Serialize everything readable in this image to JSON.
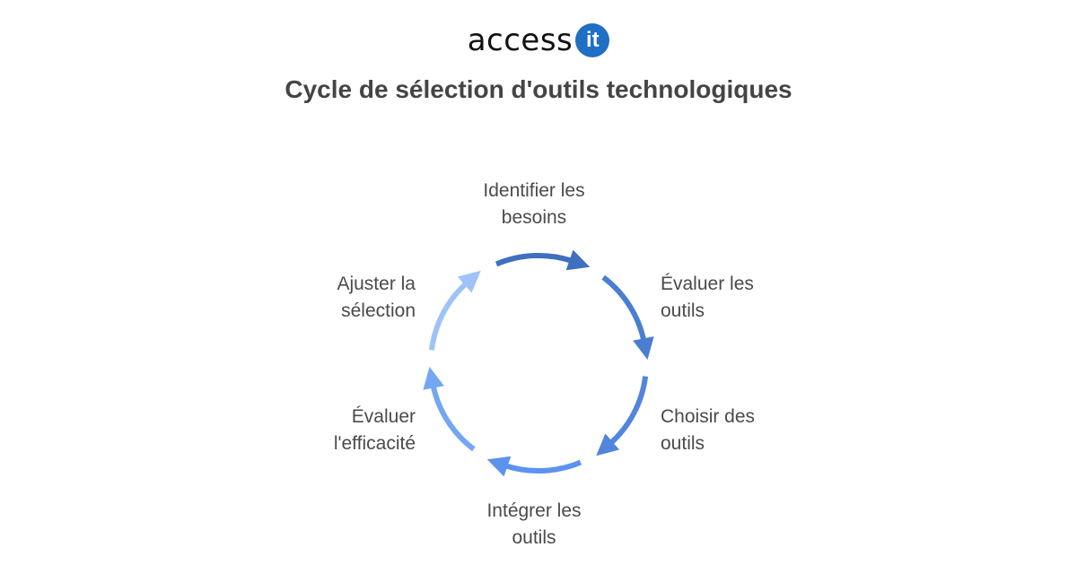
{
  "logo": {
    "text": "access",
    "badge": "it"
  },
  "title": "Cycle de sélection d'outils technologiques",
  "steps": [
    {
      "label": "Identifier les\nbesoins",
      "color": "#3f6fbf"
    },
    {
      "label": "Évaluer les\noutils",
      "color": "#4a7fd0"
    },
    {
      "label": "Choisir des\noutils",
      "color": "#5185de"
    },
    {
      "label": "Intégrer les\noutils",
      "color": "#5b93ee"
    },
    {
      "label": "Évaluer\nl'efficacité",
      "color": "#74a7f2"
    },
    {
      "label": "Ajuster la\nsélection",
      "color": "#9fc3f8"
    }
  ]
}
